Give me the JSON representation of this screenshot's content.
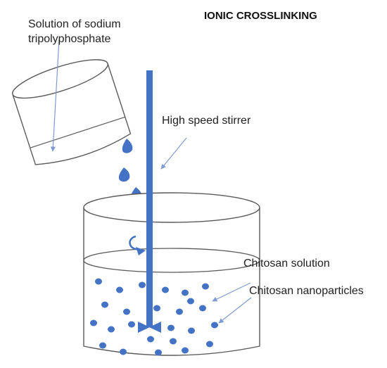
{
  "title": "IONIC CROSSLINKING",
  "labels": {
    "tpp_line1": "Solution of sodium",
    "tpp_line2": "tripolyphosphate",
    "stirrer": "High speed stirrer",
    "chitosan_solution": "Chitosan solution",
    "nanoparticles": "Chitosan nanoparticles"
  },
  "colors": {
    "outline": "#5a5a5a",
    "accent": "#4472c4",
    "arrow": "#8fa9d6"
  }
}
